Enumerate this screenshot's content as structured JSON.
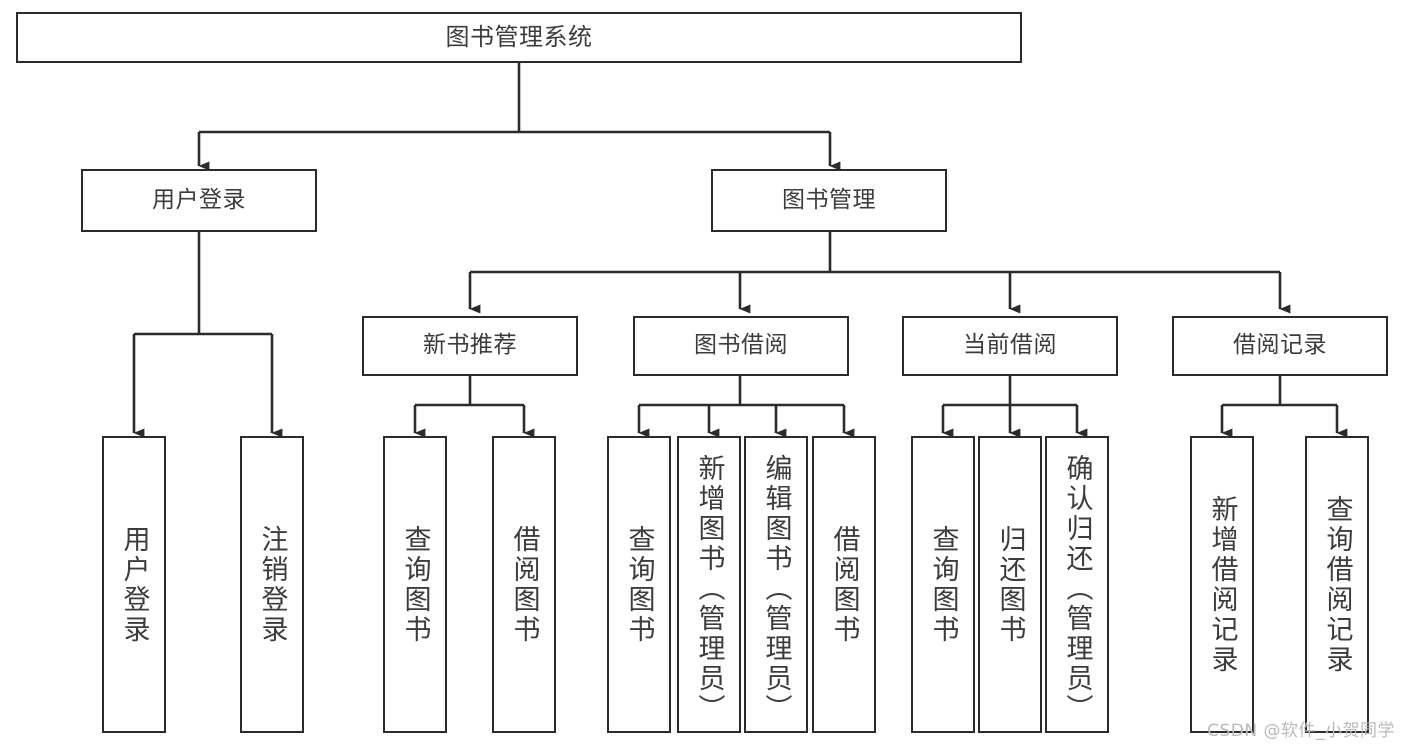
{
  "diagram": {
    "title": "图书管理系统",
    "type": "tree-hierarchy-chart",
    "watermark": "CSDN @软件_小贺同学",
    "colors": {
      "box_border": "#2b2b2b",
      "box_fill": "#ffffff",
      "text": "#3c3c3c",
      "edge": "#2b2b2b",
      "watermark": "#b9b9b9",
      "background": "#ffffff"
    },
    "levels": {
      "root": {
        "label": "图书管理系统"
      },
      "level2": [
        {
          "id": "user-login",
          "label": "用户登录"
        },
        {
          "id": "book-manage",
          "label": "图书管理"
        }
      ],
      "level3": [
        {
          "id": "new-book-recommend",
          "label": "新书推荐"
        },
        {
          "id": "book-borrow",
          "label": "图书借阅"
        },
        {
          "id": "current-borrow",
          "label": "当前借阅"
        },
        {
          "id": "borrow-record",
          "label": "借阅记录"
        }
      ],
      "leaves": {
        "user-login": [
          {
            "id": "leaf-user-login",
            "label": "用户登录"
          },
          {
            "id": "leaf-logout-login",
            "label": "注销登录"
          }
        ],
        "new-book-recommend": [
          {
            "id": "leaf-query-book-1",
            "label": "查询图书"
          },
          {
            "id": "leaf-borrow-book-1",
            "label": "借阅图书"
          }
        ],
        "book-borrow": [
          {
            "id": "leaf-query-book-2",
            "label": "查询图书"
          },
          {
            "id": "leaf-add-book",
            "label": "新增图书（管理员）"
          },
          {
            "id": "leaf-edit-book",
            "label": "编辑图书（管理员）"
          },
          {
            "id": "leaf-borrow-book-2",
            "label": "借阅图书"
          }
        ],
        "current-borrow": [
          {
            "id": "leaf-query-book-3",
            "label": "查询图书"
          },
          {
            "id": "leaf-return-book",
            "label": "归还图书"
          },
          {
            "id": "leaf-confirm-return",
            "label": "确认归还（管理员）"
          }
        ],
        "borrow-record": [
          {
            "id": "leaf-add-record",
            "label": "新增借阅记录"
          },
          {
            "id": "leaf-query-record",
            "label": "查询借阅记录"
          }
        ]
      }
    }
  }
}
